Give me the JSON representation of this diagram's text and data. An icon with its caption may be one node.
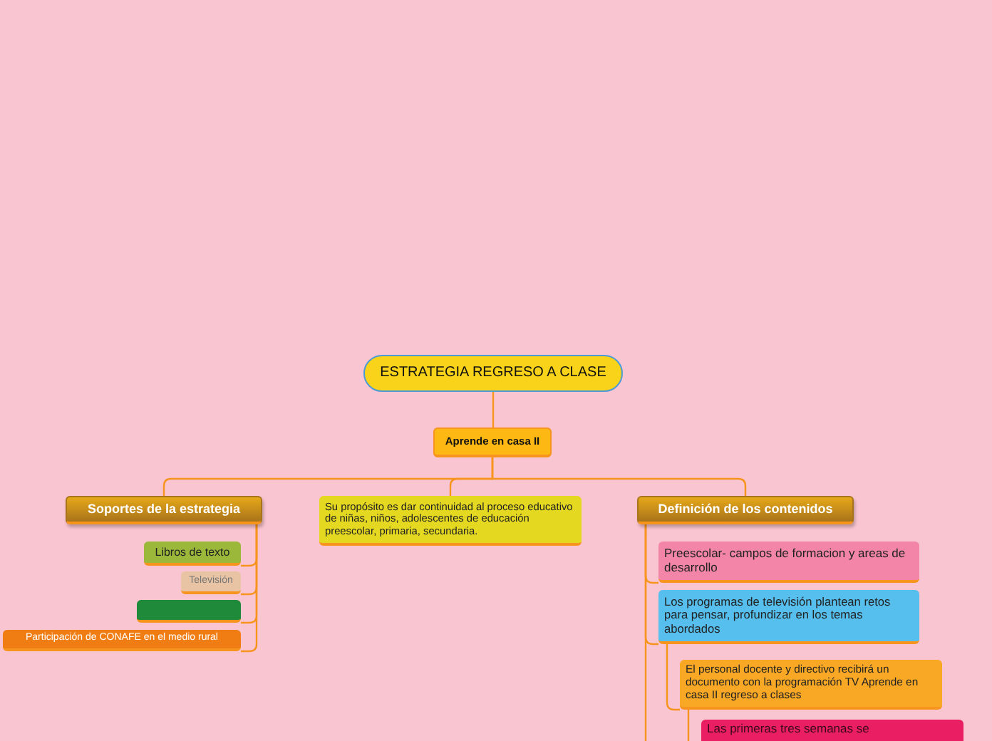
{
  "diagram": {
    "nodes": [
      {
        "text": [
          "ESTRATEGIA REGRESO A CLASE"
        ]
      },
      {
        "text": [
          "Aprende en casa II"
        ]
      },
      {
        "text": [
          "Soportes de la estrategia"
        ]
      },
      {
        "text": [
          "Libros de texto"
        ]
      },
      {
        "text": [
          "Televisión"
        ]
      },
      {
        "text": [],
        "shape": "box"
      },
      {
        "text": [
          "Participación de CONAFE en el medio rural"
        ]
      },
      {
        "text": [
          "Su propósito es dar continuidad al proceso educativo de niñas, niños, adolescentes de educación preescolar, primaria, secundaria."
        ]
      },
      {
        "text": [
          "Definición de los contenidos"
        ]
      },
      {
        "text": [
          "Preescolar- campos de formacion y areas de desarrollo"
        ]
      },
      {
        "text": [
          "Los programas de televisión plantean retos para pensar, profundizar en los temas abordados"
        ]
      },
      {
        "text": [
          "El personal docente y directivo recibirá un documento con la programación TV Aprende en casa II regreso a clases"
        ]
      },
      {
        "text": [
          "Las primeras tres semanas se"
        ]
      }
    ],
    "edges": [
      {
        "from": 0,
        "to": 1,
        "arrow": "none"
      },
      {
        "from": 1,
        "to": 2,
        "arrow": "none"
      },
      {
        "from": 1,
        "to": 7,
        "arrow": "none"
      },
      {
        "from": 1,
        "to": 8,
        "arrow": "none"
      },
      {
        "from": 2,
        "to": 3,
        "arrow": "none"
      },
      {
        "from": 2,
        "to": 4,
        "arrow": "none"
      },
      {
        "from": 2,
        "to": 5,
        "arrow": "none"
      },
      {
        "from": 2,
        "to": 6,
        "arrow": "none"
      },
      {
        "from": 8,
        "to": 9,
        "arrow": "none"
      },
      {
        "from": 8,
        "to": 10,
        "arrow": "none"
      },
      {
        "from": 10,
        "to": 11,
        "arrow": "none"
      },
      {
        "from": 11,
        "to": 12,
        "arrow": "none"
      },
      {
        "from": 8,
        "to": null,
        "arrow": "none"
      }
    ]
  }
}
